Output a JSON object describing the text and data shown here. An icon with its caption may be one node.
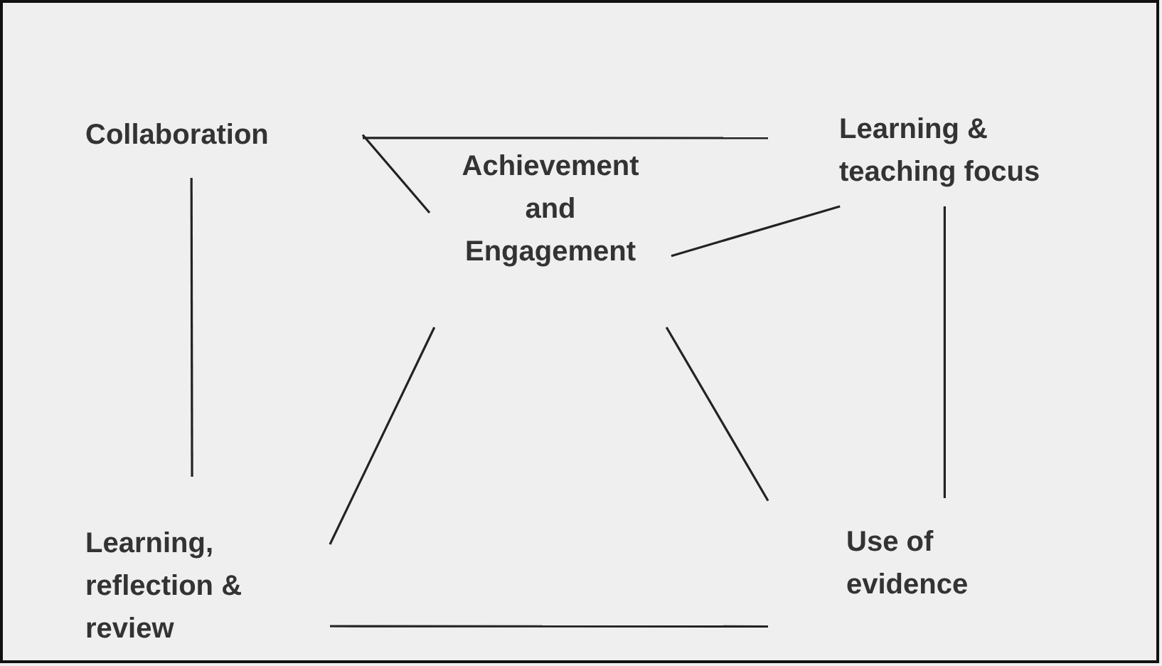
{
  "diagram": {
    "nodes": [
      {
        "text": [
          "Collaboration"
        ]
      },
      {
        "text": [
          "Learning & teaching focus"
        ]
      },
      {
        "text": [
          "Achievement and Engagement"
        ]
      },
      {
        "text": [
          "Learning, reflection & review"
        ]
      },
      {
        "text": [
          "Use of evidence"
        ]
      }
    ],
    "edges": [
      {
        "from": 0,
        "to": 1,
        "arrow": "none"
      },
      {
        "from": 0,
        "to": 2,
        "arrow": "none"
      },
      {
        "from": 1,
        "to": 2,
        "arrow": "none"
      },
      {
        "from": 0,
        "to": 3,
        "arrow": "none"
      },
      {
        "from": 1,
        "to": 4,
        "arrow": "none"
      },
      {
        "from": 2,
        "to": 3,
        "arrow": "none"
      },
      {
        "from": 2,
        "to": 4,
        "arrow": "none"
      },
      {
        "from": 3,
        "to": 4,
        "arrow": "none"
      }
    ]
  }
}
